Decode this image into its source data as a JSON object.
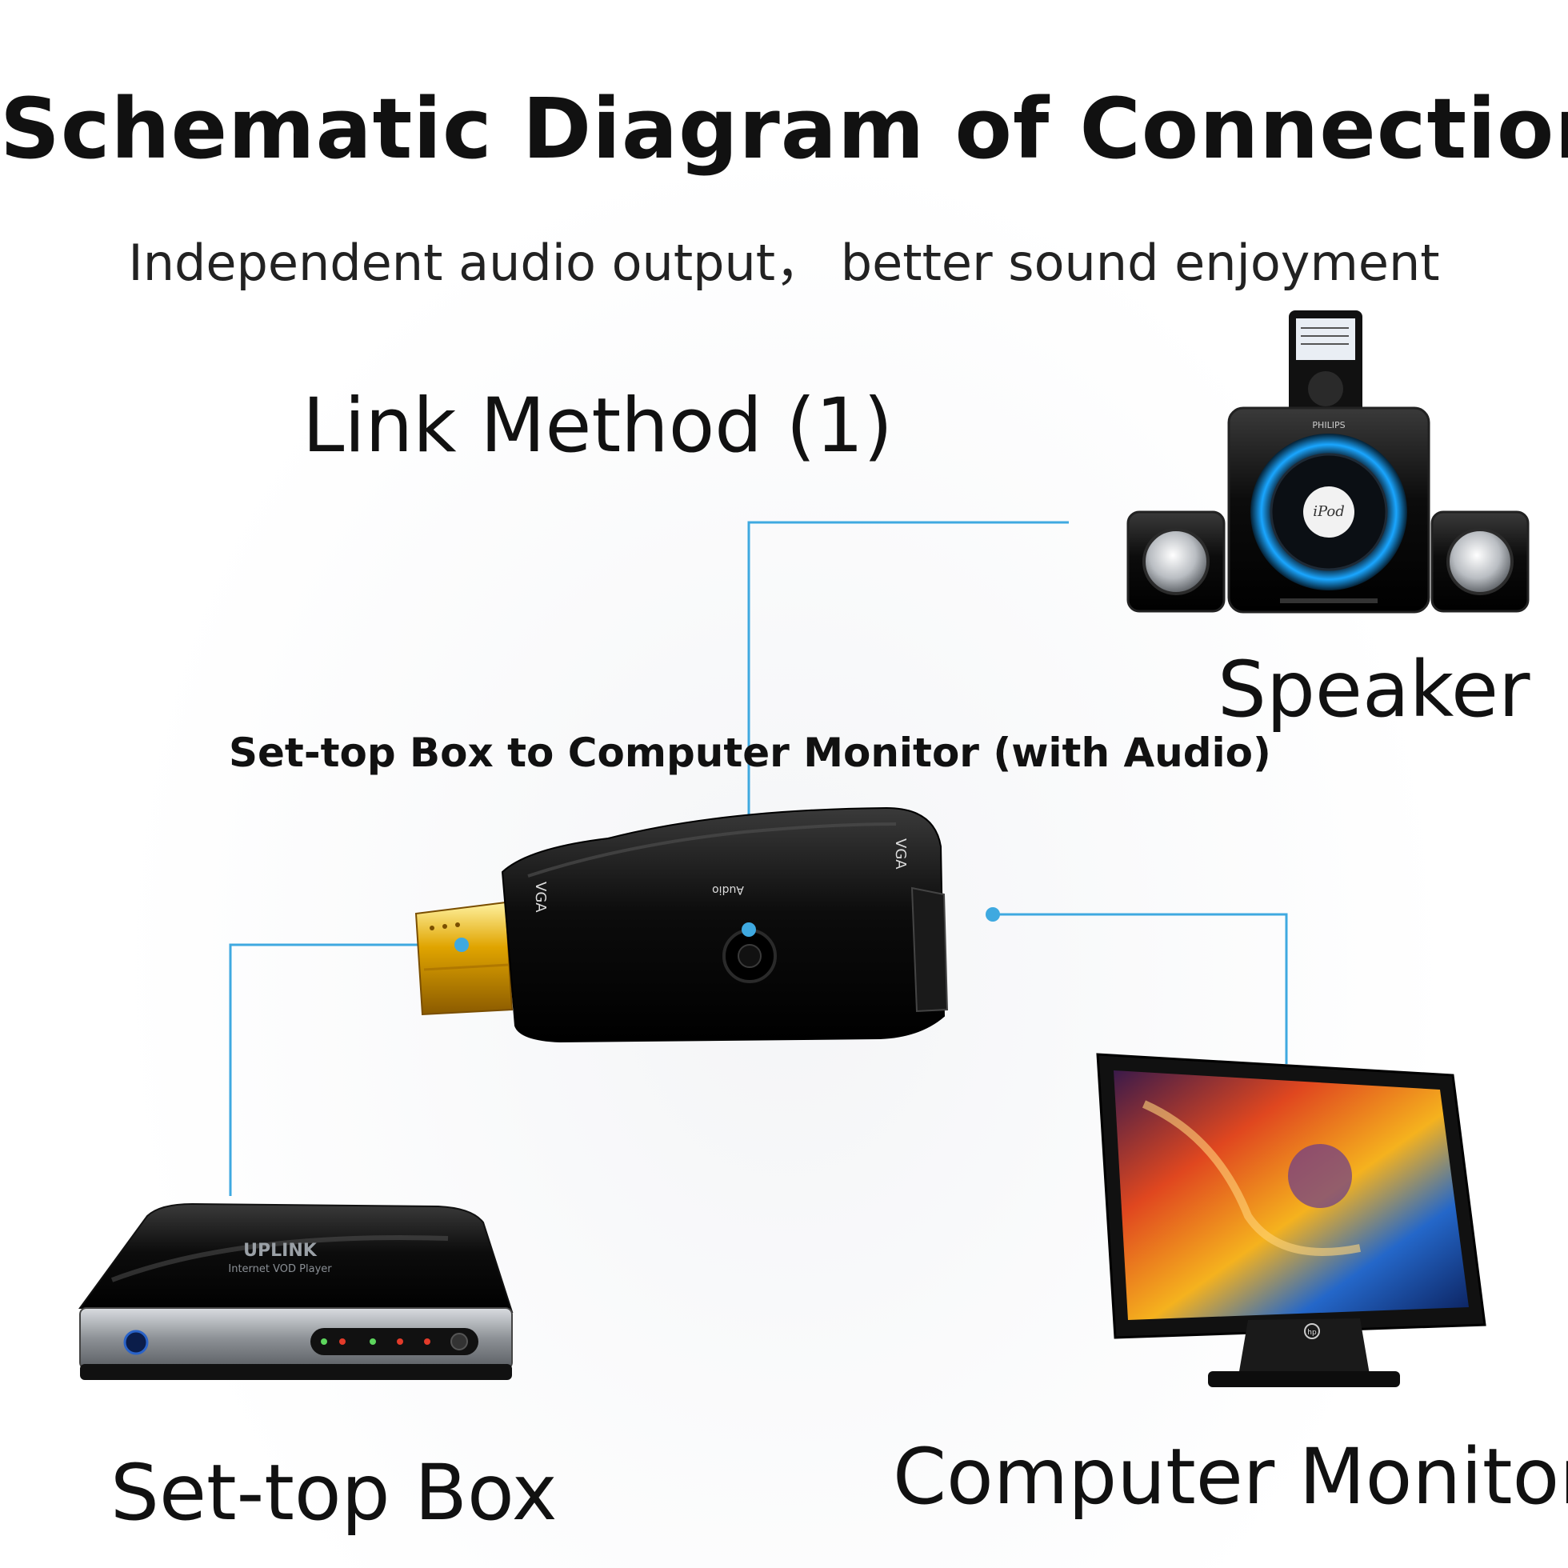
{
  "diagram": {
    "title": "Schematic Diagram of Connection",
    "subtitle": "Independent audio output， better sound enjoyment",
    "method_label": "Link Method (1)",
    "caption": "Set-top Box to Computer Monitor (with Audio)",
    "nodes": {
      "speaker": "Speaker",
      "set_top_box": "Set-top Box",
      "monitor": "Computer Monitor"
    },
    "device_text": {
      "speaker_brand": "PHILIPS",
      "ipod": "iPod",
      "adapter_vga_top": "VGA",
      "adapter_vga_side": "VGA",
      "adapter_audio": "Audio",
      "stb_brand": "UPLINK",
      "stb_model": "Internet VOD Player",
      "monitor_brand": "hp"
    },
    "connector_color": "#3fa9e0"
  }
}
